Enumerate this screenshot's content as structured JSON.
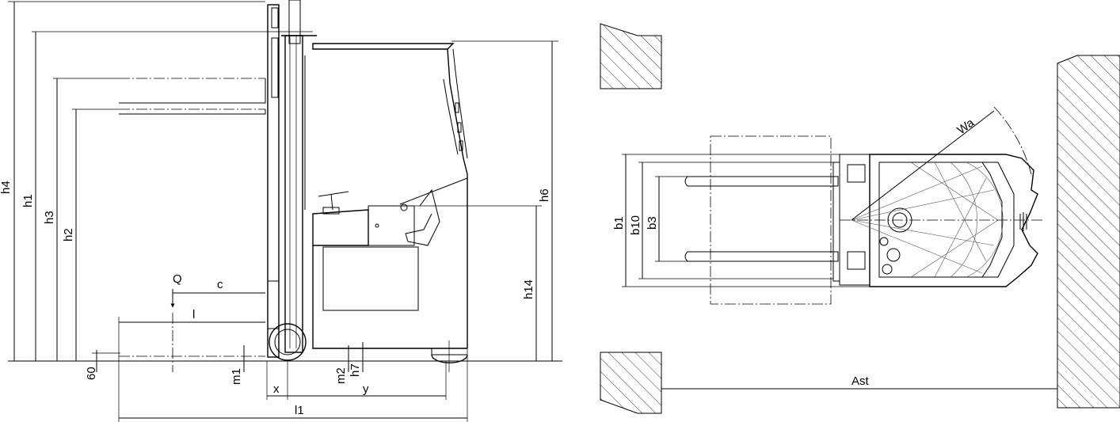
{
  "side_view": {
    "labels": {
      "h4": "h4",
      "h1": "h1",
      "h3": "h3",
      "h2": "h2",
      "h6": "h6",
      "h14": "h14",
      "Q": "Q",
      "c": "c",
      "l": "l",
      "l1": "l1",
      "x": "x",
      "y": "y",
      "m1": "m1",
      "m2": "m2",
      "h7": "h7",
      "d60": "60"
    }
  },
  "top_view": {
    "labels": {
      "b1": "b1",
      "b10": "b10",
      "b3": "b3",
      "Wa": "Wa",
      "Ast": "Ast"
    }
  },
  "colors": {
    "line": "#000000",
    "background": "#ffffff"
  }
}
